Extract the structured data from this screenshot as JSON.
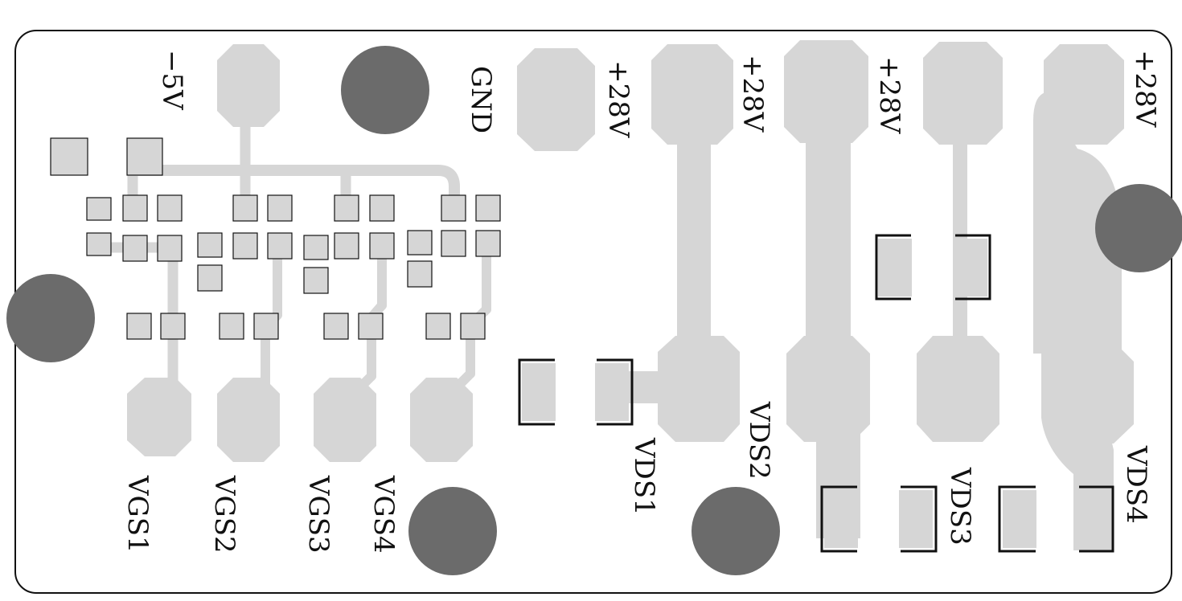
{
  "colors": {
    "copper": "#d6d6d6",
    "hole": "#6b6b6b",
    "outline": "#111111",
    "background": "#ffffff"
  },
  "labels": {
    "neg5v": "−5V",
    "gnd": "GND",
    "p28v_1": "+28V",
    "p28v_2": "+28V",
    "p28v_3": "+28V",
    "p28v_4": "+28V",
    "vgs1": "VGS1",
    "vgs2": "VGS2",
    "vgs3": "VGS3",
    "vgs4": "VGS4",
    "vds1": "VDS1",
    "vds2": "VDS2",
    "vds3": "VDS3",
    "vds4": "VDS4"
  }
}
